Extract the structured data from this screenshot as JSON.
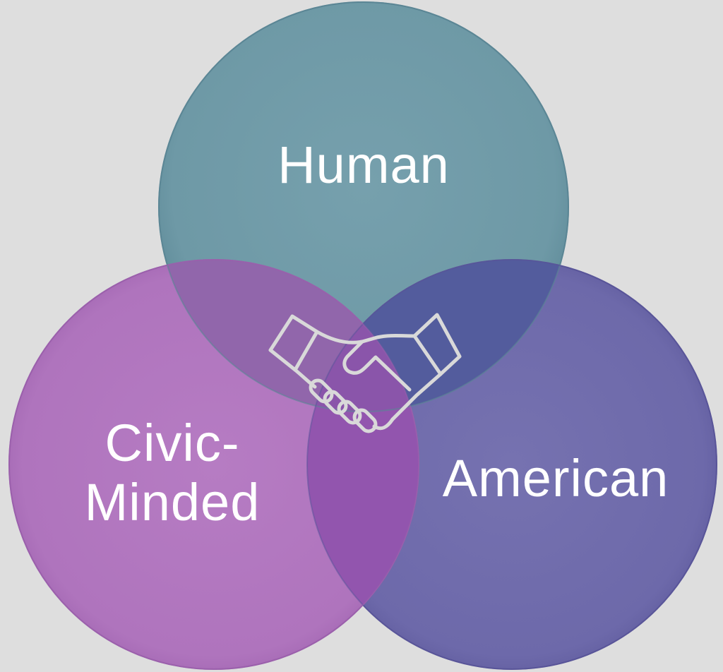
{
  "diagram": {
    "type": "venn",
    "sets": [
      {
        "label": "Human",
        "color": "#6f9aa8"
      },
      {
        "label": "American",
        "color": "#6e6aaa"
      },
      {
        "label": "Civic-",
        "label_line2": "Minded",
        "color": "#b377c0"
      }
    ],
    "center_icon": "handshake-icon",
    "overlap_colors": {
      "human_american": "#545c9c",
      "human_civic": "#9267ad",
      "american_civic": "#9356b0"
    },
    "background": "#dedede"
  }
}
